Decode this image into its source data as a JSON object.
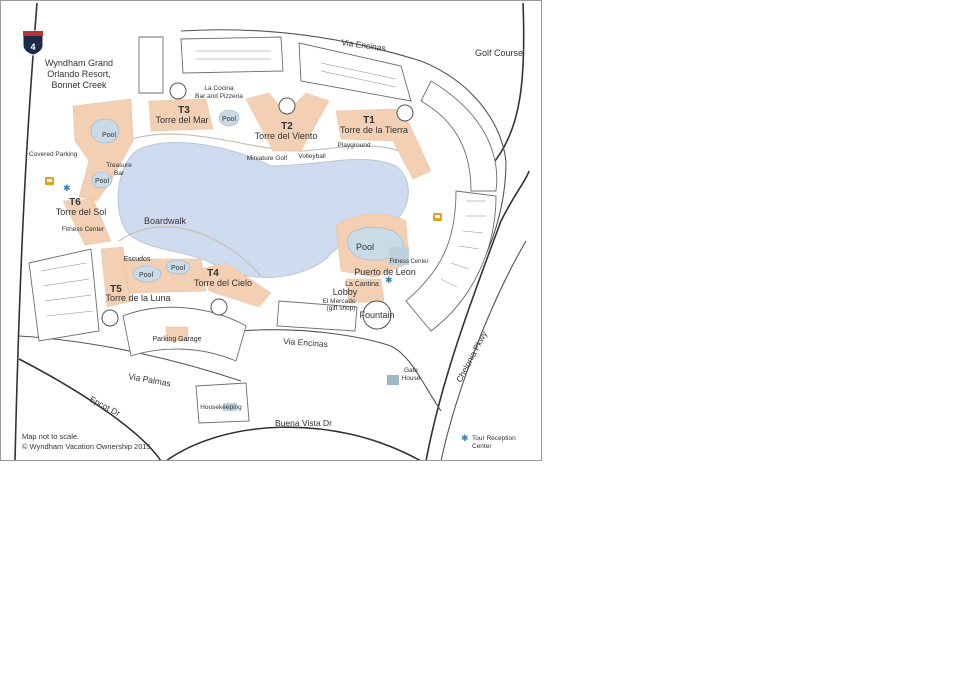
{
  "map": {
    "highway_shield": "4",
    "resort_name_lines": [
      "Wyndham Grand",
      "Orlando Resort,",
      "Bonnet Creek"
    ],
    "golf_course": "Golf Course",
    "roads": {
      "via_encinas_north": "Via Encinas",
      "via_encinas_south": "Via Encinas",
      "via_palmas": "Via Palmas",
      "epcot_dr": "Epcot Dr",
      "buena_vista_dr": "Buena Vista Dr",
      "chelonia_pkwy": "Chelonia Pkwy"
    },
    "towers": [
      {
        "code": "T3",
        "name": "Torre del Mar"
      },
      {
        "code": "T2",
        "name": "Torre del Viento"
      },
      {
        "code": "T1",
        "name": "Torre de la Tierra"
      },
      {
        "code": "T6",
        "name": "Torre del Sol"
      },
      {
        "code": "T4",
        "name": "Torre del Cielo"
      },
      {
        "code": "T5",
        "name": "Torre de la Luna"
      }
    ],
    "amenities": {
      "la_cocina": [
        "La Cocina",
        "Bar and Pizzeria"
      ],
      "pool_t3": "Pool",
      "pool_t6": "Pool",
      "pool_treasure": "Pool",
      "treasure_bar": [
        "Treasure",
        "Bar"
      ],
      "covered_parking": "Covered Parking",
      "miniature_golf": "Miniature Golf",
      "volleyball": "Volleyball",
      "playground": "Playground",
      "boardwalk": "Boardwalk",
      "fitness_center_west": "Fitness Center",
      "fitness_center_east": "Fitness Center",
      "main_pool": "Pool",
      "puerto_de_leon": "Puerto de Leon",
      "la_cantina": "La Cantina",
      "lobby": "Lobby",
      "el_mercado": [
        "El Mercado",
        "(gift shop)"
      ],
      "fountain": "Fountain",
      "escudos": "Escudos",
      "pool_escudos_1": "Pool",
      "pool_escudos_2": "Pool",
      "parking_garage": "Parking Garage",
      "gate_house": [
        "Gate",
        "House"
      ],
      "housekeeping": "Housekeeping"
    },
    "footer": {
      "not_to_scale": "Map not to scale.",
      "copyright": "© Wyndham Vacation Ownership 2015"
    },
    "legend": {
      "icon": "tour-reception-star-icon",
      "label_lines": [
        "Tour Reception",
        "Center"
      ]
    },
    "colors": {
      "lake": "#cfdcef",
      "building": "#f3cfb4",
      "pool": "#c9dbe6",
      "road": "#333333",
      "bus_icon": "#e0a020",
      "tour_star": "#3a7fb5"
    }
  }
}
